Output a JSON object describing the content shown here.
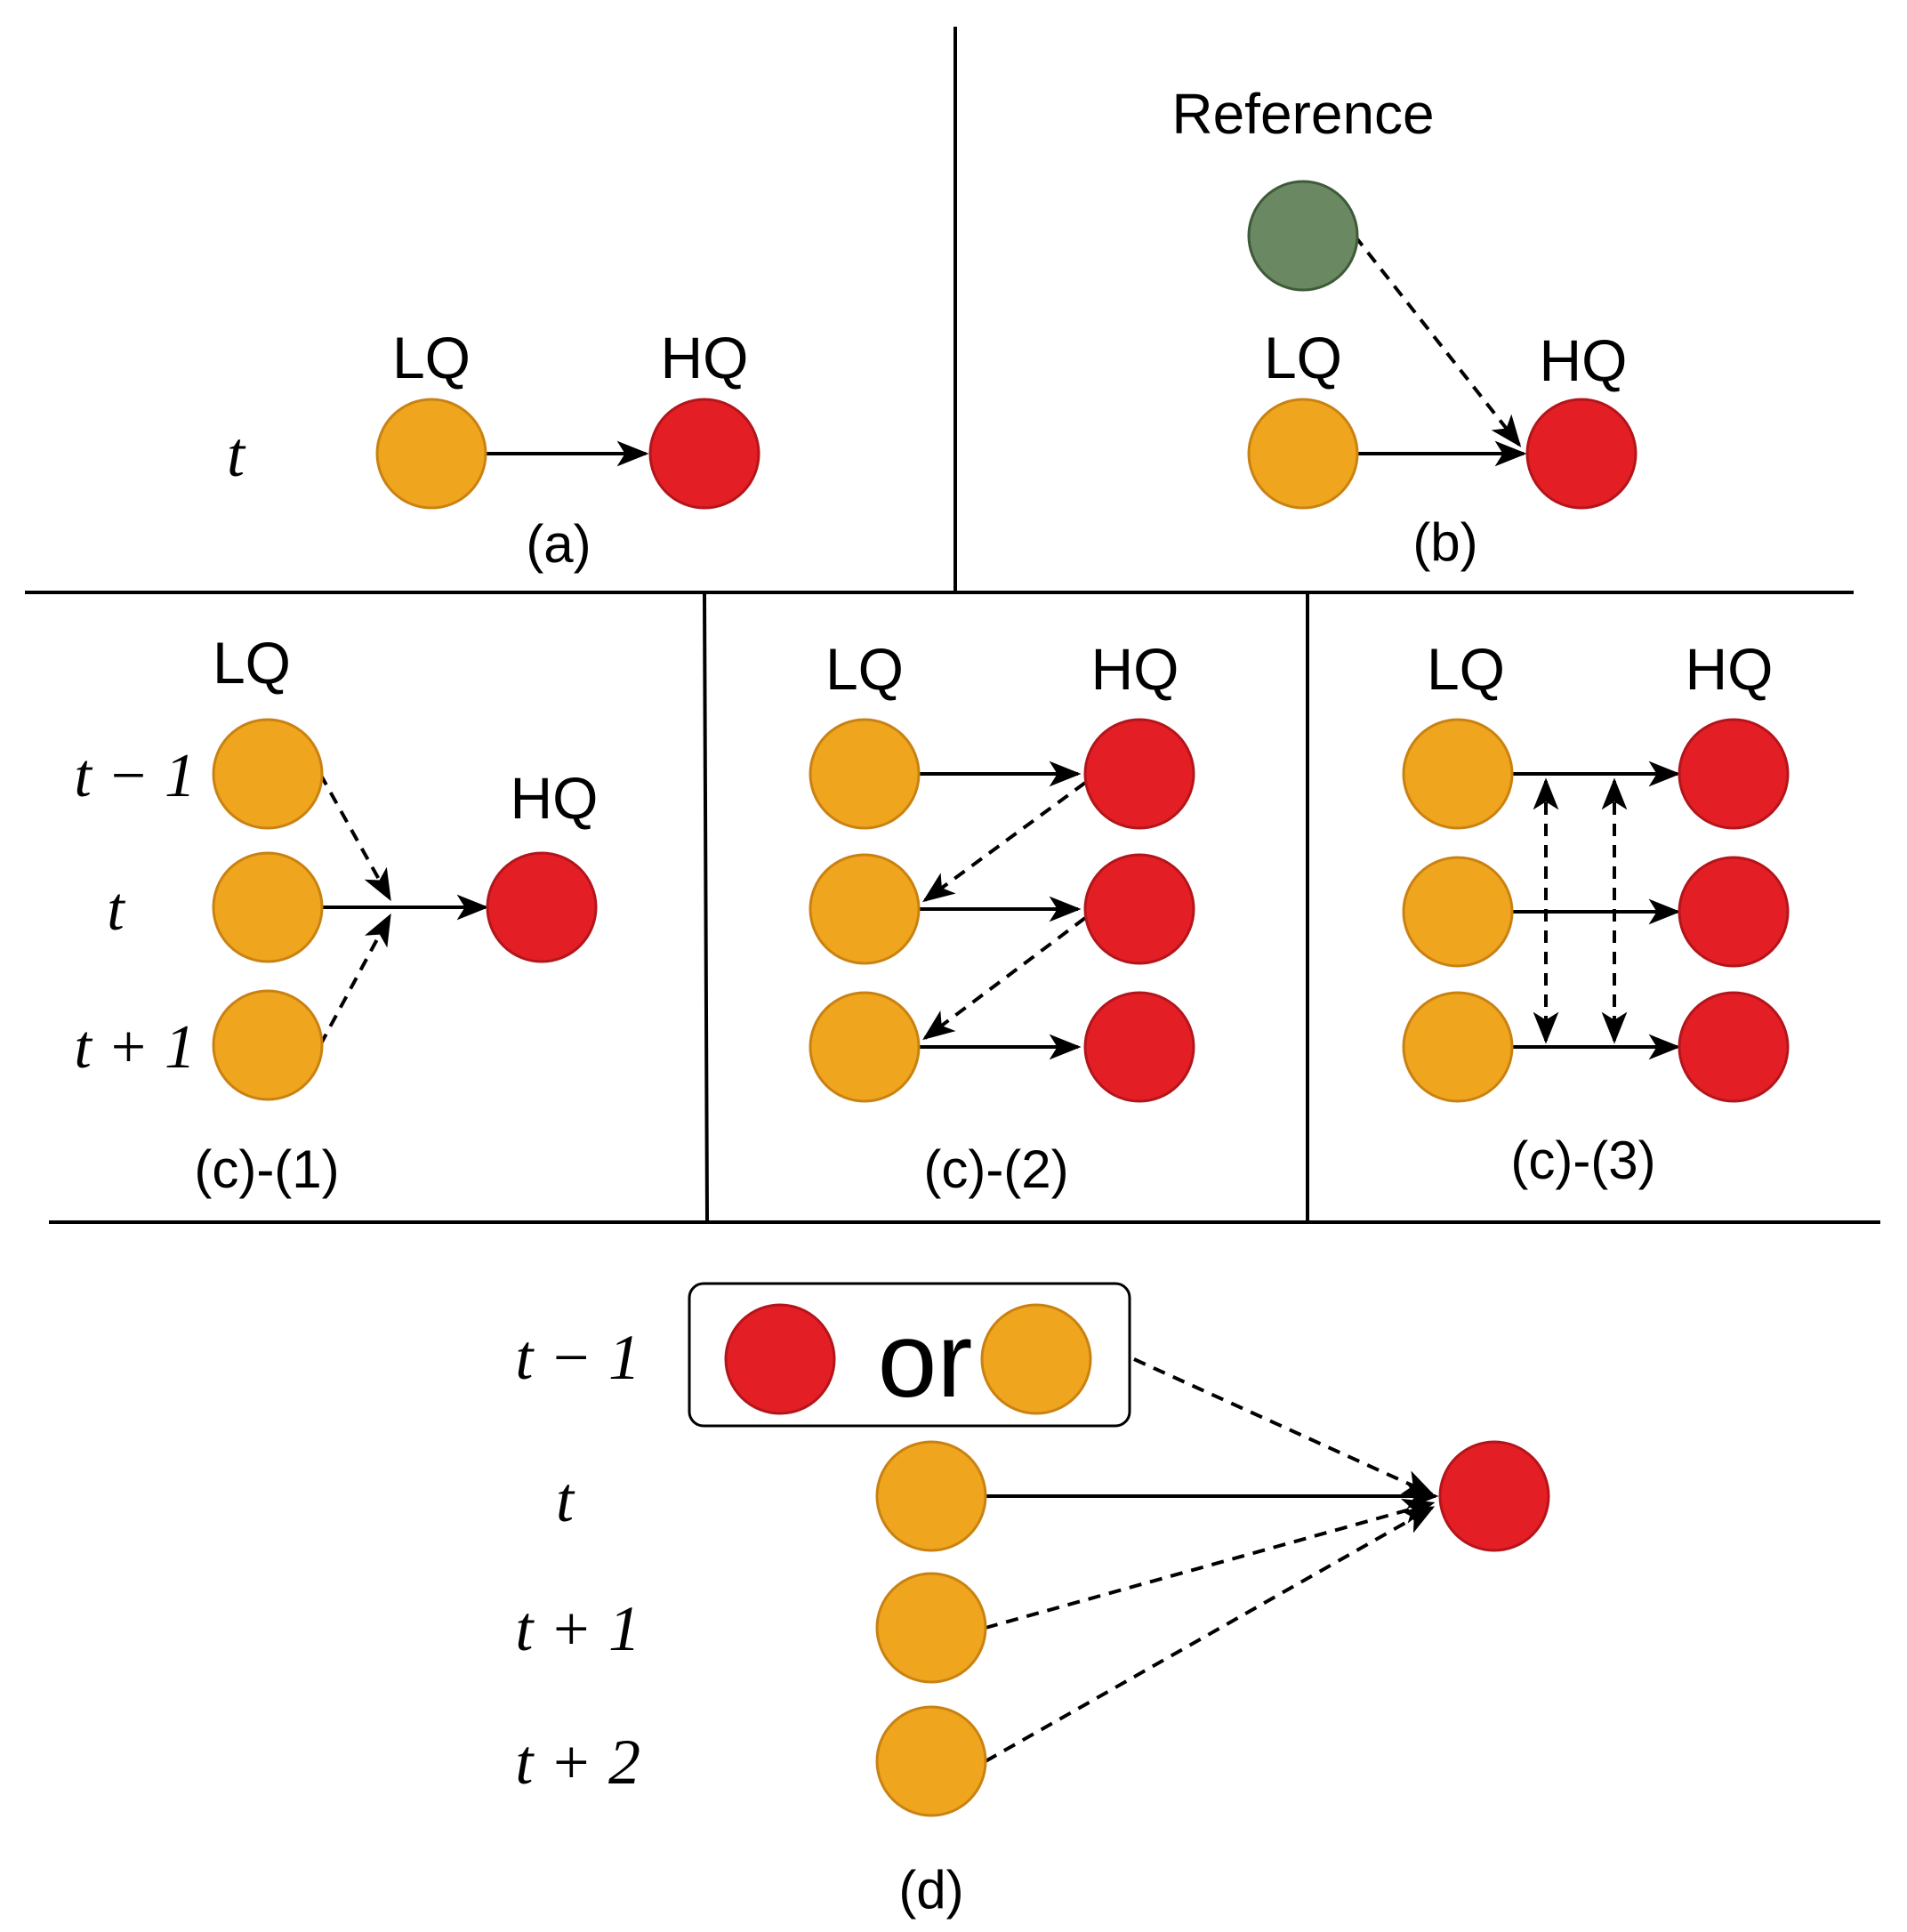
{
  "colors": {
    "lq": "#f0a51e",
    "hq": "#e41e25",
    "reference": "#6a8962",
    "line": "#000000"
  },
  "panel_a": {
    "time_label": "t",
    "lq_label": "LQ",
    "hq_label": "HQ",
    "caption": "(a)"
  },
  "panel_b": {
    "reference_label": "Reference",
    "lq_label": "LQ",
    "hq_label": "HQ",
    "caption": "(b)"
  },
  "panel_c1": {
    "lq_label": "LQ",
    "hq_label": "HQ",
    "time_labels": [
      "t − 1",
      "t",
      "t + 1"
    ],
    "caption": "(c)-(1)"
  },
  "panel_c2": {
    "lq_label": "LQ",
    "hq_label": "HQ",
    "caption": "(c)-(2)"
  },
  "panel_c3": {
    "lq_label": "LQ",
    "hq_label": "HQ",
    "caption": "(c)-(3)"
  },
  "panel_d": {
    "time_labels": [
      "t − 1",
      "t",
      "t + 1",
      "t + 2"
    ],
    "or_label": "or",
    "caption": "(d)"
  }
}
